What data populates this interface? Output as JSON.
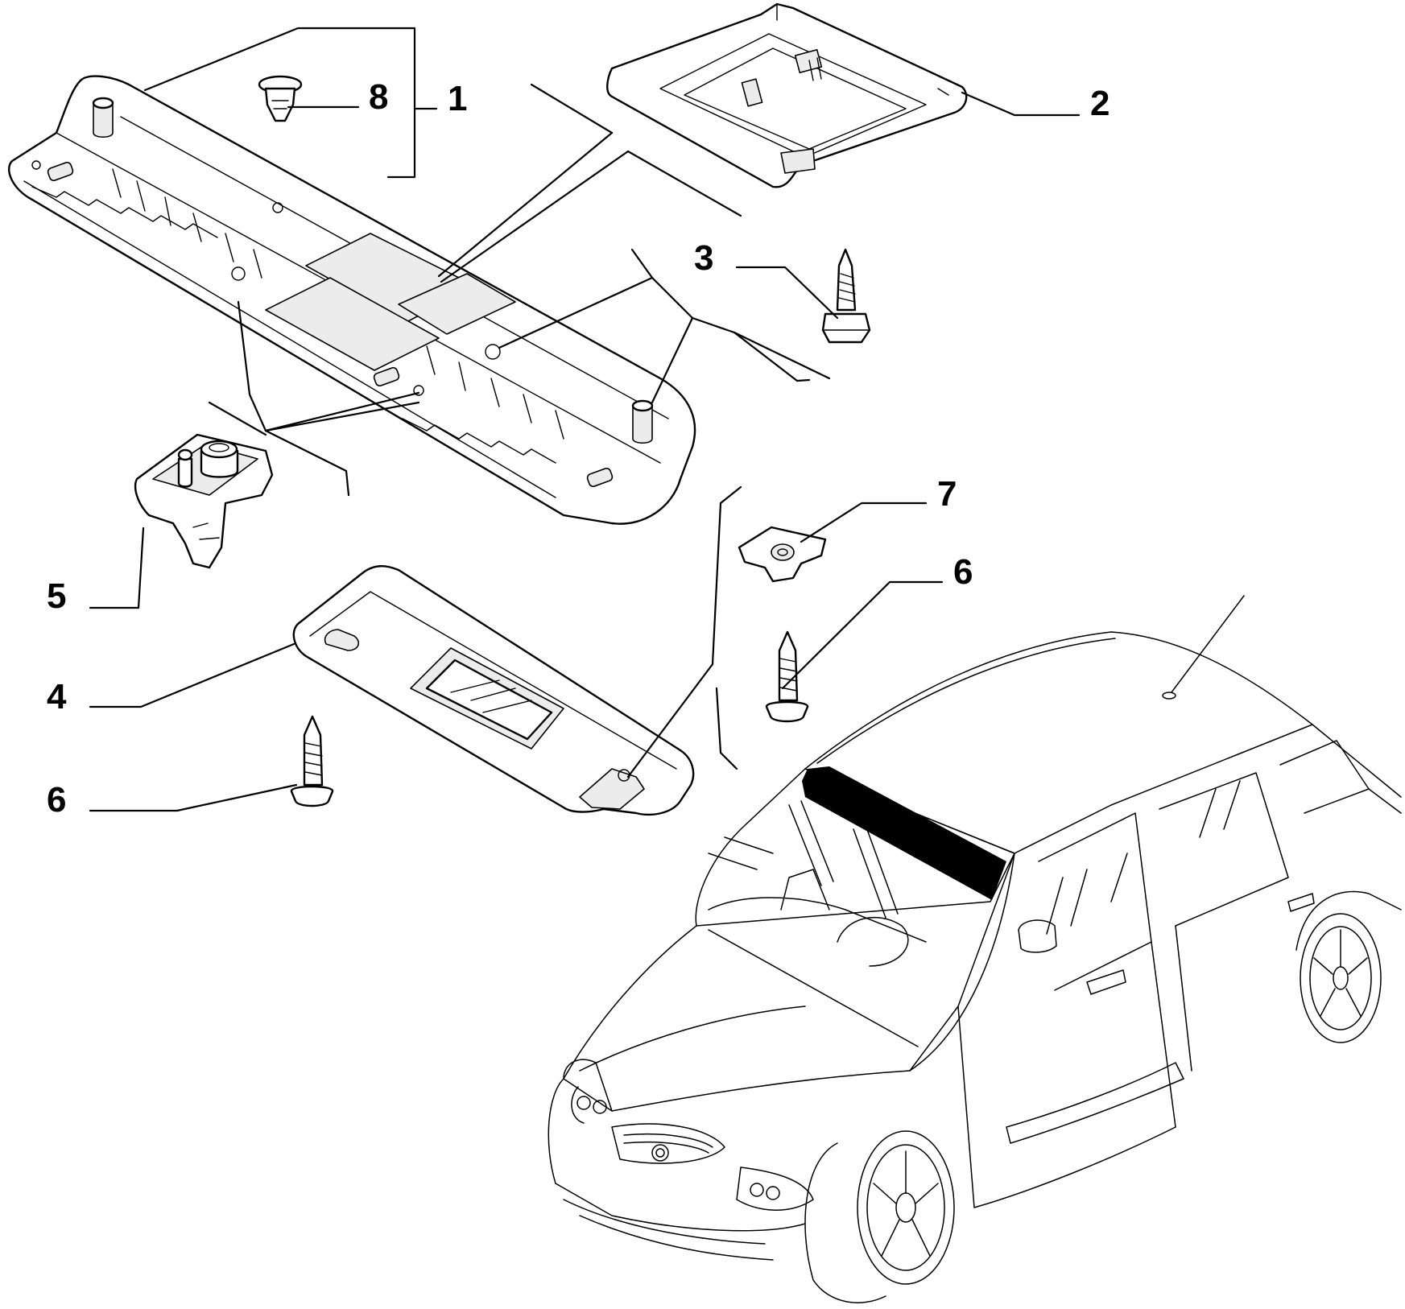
{
  "diagram": {
    "callouts": [
      {
        "id": "p1",
        "label": "1"
      },
      {
        "id": "p2",
        "label": "2"
      },
      {
        "id": "p3",
        "label": "3"
      },
      {
        "id": "p4",
        "label": "4"
      },
      {
        "id": "p5",
        "label": "5"
      },
      {
        "id": "p6a",
        "label": "6"
      },
      {
        "id": "p6b",
        "label": "6"
      },
      {
        "id": "p7",
        "label": "7"
      },
      {
        "id": "p8",
        "label": "8"
      }
    ],
    "highlight_color": "#000000",
    "line_color": "#000000",
    "background": "#ffffff"
  }
}
